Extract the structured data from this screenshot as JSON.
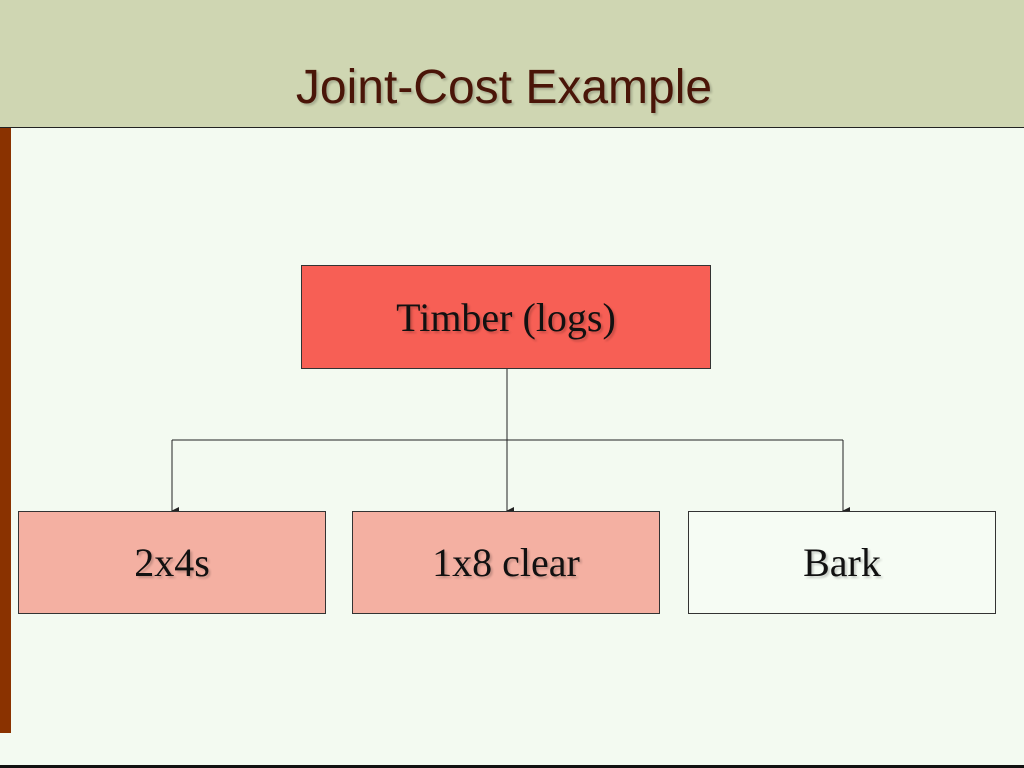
{
  "title": "Joint-Cost Example",
  "root": {
    "label": "Timber (logs)",
    "color": "#f75f55"
  },
  "children": [
    {
      "label": "2x4s",
      "color": "#f4b0a2"
    },
    {
      "label": "1x8 clear",
      "color": "#f4b0a2"
    },
    {
      "label": "Bark",
      "color": "#f6fcf4"
    }
  ]
}
